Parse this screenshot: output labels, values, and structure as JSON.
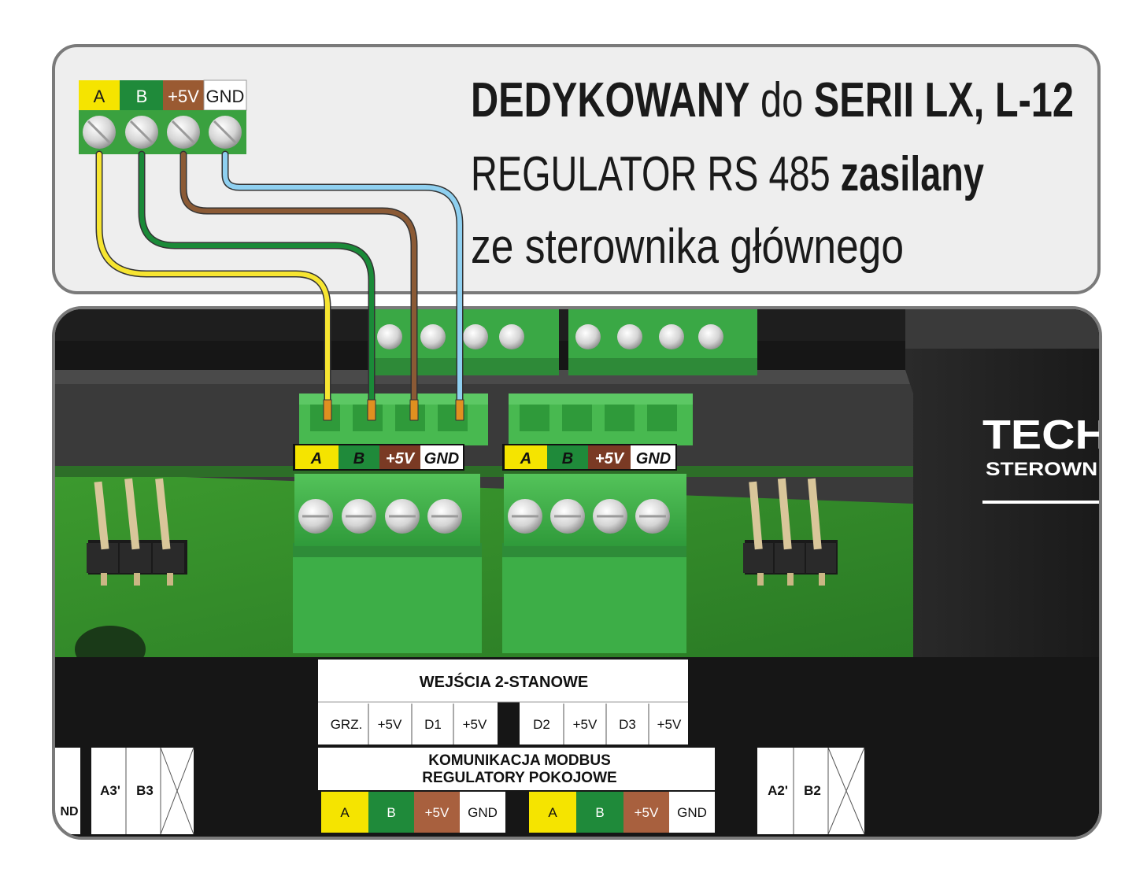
{
  "header": {
    "line1": {
      "bold_a": "DEDYKOWANY",
      "normal": " do ",
      "bold_b": "SERII LX, L-12"
    },
    "line2": {
      "normal": "REGULATOR  RS 485 ",
      "bold": "zasilany"
    },
    "line3": "ze sterownika głównego"
  },
  "mini_terminal": {
    "labels": [
      "A",
      "B",
      "+5V",
      "GND"
    ]
  },
  "connector_left": {
    "labels": [
      "A",
      "B",
      "+5V",
      "GND"
    ]
  },
  "connector_right": {
    "labels": [
      "A",
      "B",
      "+5V",
      "GND"
    ]
  },
  "brand": {
    "logo_text": "TECH",
    "sub": "STEROWNI"
  },
  "panel_inputs": {
    "title": "WEJŚCIA 2-STANOWE",
    "cells_left": [
      "GRZ.",
      "+5V",
      "D1",
      "+5V"
    ],
    "cells_right": [
      "D2",
      "+5V",
      "D3",
      "+5V"
    ]
  },
  "panel_modbus": {
    "title_line1": "KOMUNIKACJA MODBUS",
    "title_line2": "REGULATORY POKOJOWE",
    "cells_left": [
      "A",
      "B",
      "+5V",
      "GND"
    ],
    "cells_right": [
      "A",
      "B",
      "+5V",
      "GND"
    ]
  },
  "panel_bottom_left": {
    "cut": "ND",
    "cells": [
      "A3'",
      "B3"
    ]
  },
  "panel_bottom_right": {
    "cells": [
      "A2'",
      "B2"
    ]
  },
  "colors": {
    "A": "#f5e400",
    "B": "#1f8a3a",
    "+5V": "#8a4a2a",
    "GND": "#ffffff",
    "wire_A": "#f7e531",
    "wire_B": "#1a8a38",
    "wire_5V": "#8b5a35",
    "wire_GND": "#8fd0f0",
    "pcb": "#2f8a2a",
    "terminal": "#3fb34a"
  }
}
